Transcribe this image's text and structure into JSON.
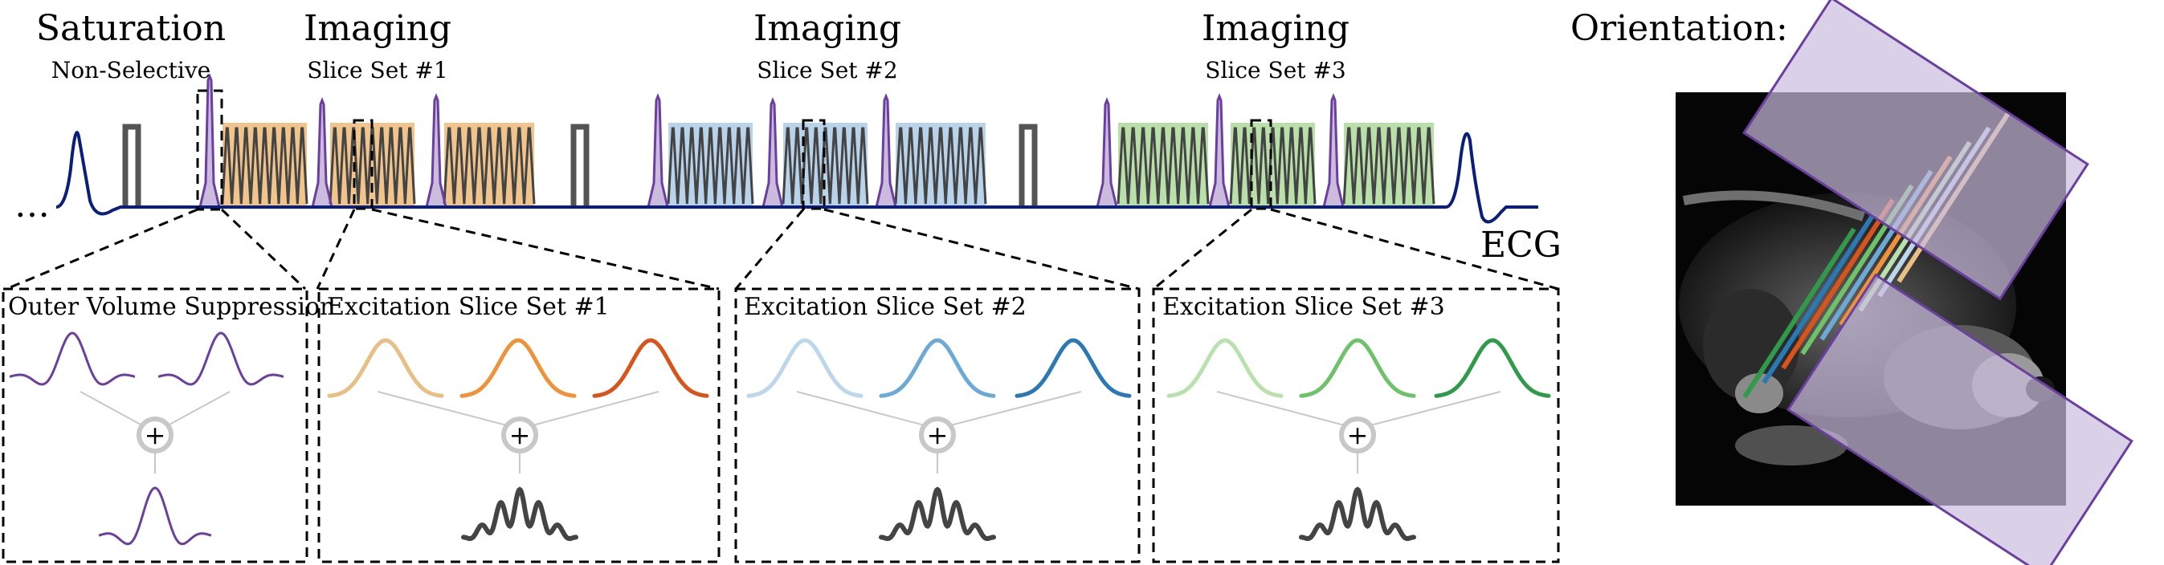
{
  "labels": {
    "saturation": "Saturation",
    "non_selective": "Non-Selective",
    "imaging": [
      "Imaging",
      "Imaging",
      "Imaging"
    ],
    "slice_sets": [
      "Slice Set #1",
      "Slice Set #2",
      "Slice Set #3"
    ],
    "ecg": "ECG",
    "ellipsis": "…",
    "orientation": "Orientation:"
  },
  "boxes": [
    {
      "title": "Outer Volume Suppression"
    },
    {
      "title": "Excitation Slice Set #1"
    },
    {
      "title": "Excitation Slice Set #2"
    },
    {
      "title": "Excitation Slice Set #3"
    }
  ],
  "sum_symbol": "+",
  "colors": {
    "ecg": "#0a1f7a",
    "gradient": "#555555",
    "rf_purple": "#6b3fa0",
    "set1_fill": "#f0c48a",
    "set2_fill": "#b9d3ea",
    "set3_fill": "#b8e0a8",
    "set1_pulses": [
      "#e8bf84",
      "#f0923a",
      "#d9541a"
    ],
    "set2_pulses": [
      "#bcd7ea",
      "#6aaad4",
      "#2a78b4"
    ],
    "set3_pulses": [
      "#b9e1ae",
      "#6dc26a",
      "#2e9a4a"
    ],
    "readout": "#444444",
    "sum_circle": "#c8c8c8",
    "slab": "#cbbde0",
    "slab_edge": "#6b3fa0"
  }
}
